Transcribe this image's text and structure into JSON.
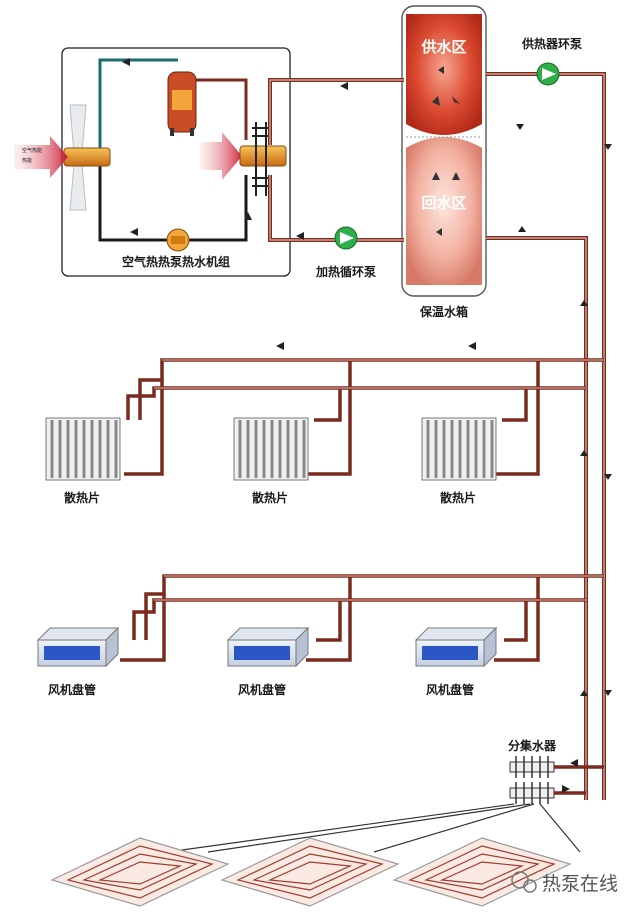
{
  "labels": {
    "unit": "空气热热泵热水机组",
    "heating_pump": "加热循环泵",
    "supply_pump": "供热器环泵",
    "supply_zone": "供水区",
    "return_zone": "回水区",
    "tank": "保温水箱",
    "radiator": "散热片",
    "fan_coil": "风机盘管",
    "manifold": "分集水器"
  },
  "watermark": "热泵在线",
  "colors": {
    "pipe": "#7a2a1e",
    "pipe_inner": "#d9a090",
    "cold_pipe": "#1f6d6a",
    "pump": "#2eae4a",
    "tank_top": "#d8432e",
    "tank_bottom": "#f2b3a6",
    "component": "#f0a63a",
    "fan_coil": "#2a56c6"
  }
}
